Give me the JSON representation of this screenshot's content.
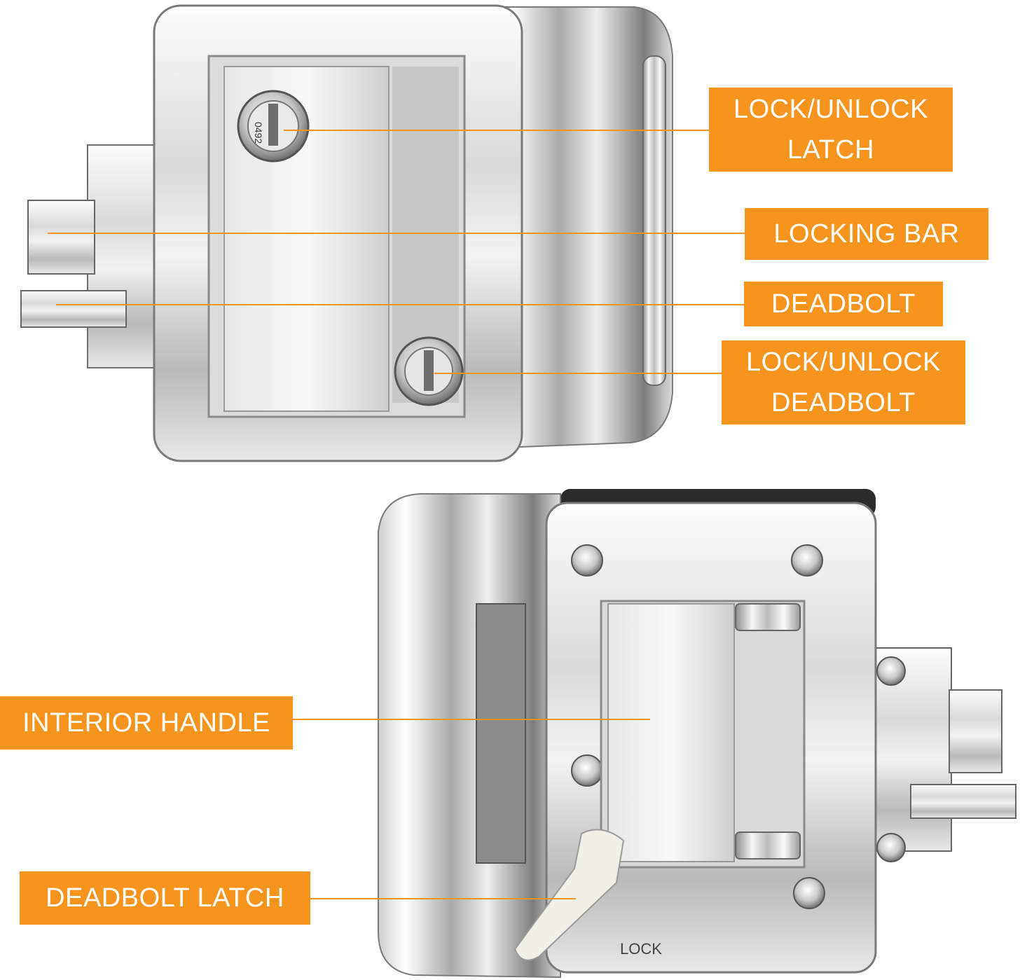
{
  "callouts": {
    "lock_unlock_latch": [
      "LOCK/UNLOCK",
      "LATCH"
    ],
    "locking_bar": "LOCKING BAR",
    "deadbolt": "DEADBOLT",
    "lock_unlock_deadbolt": [
      "LOCK/UNLOCK",
      "DEADBOLT"
    ],
    "interior_handle": "INTERIOR HANDLE",
    "deadbolt_latch": "DEADBOLT LATCH"
  },
  "engravings": {
    "key_code": "0492",
    "lever_marking": "LOCK"
  },
  "colors": {
    "callout_fill": "#f7941d",
    "callout_text": "#ffffff",
    "leader_line": "#f7941d",
    "chrome_light": "#f4f4f4",
    "chrome_mid": "#c9c9c9",
    "chrome_dark": "#7a7a7a"
  }
}
